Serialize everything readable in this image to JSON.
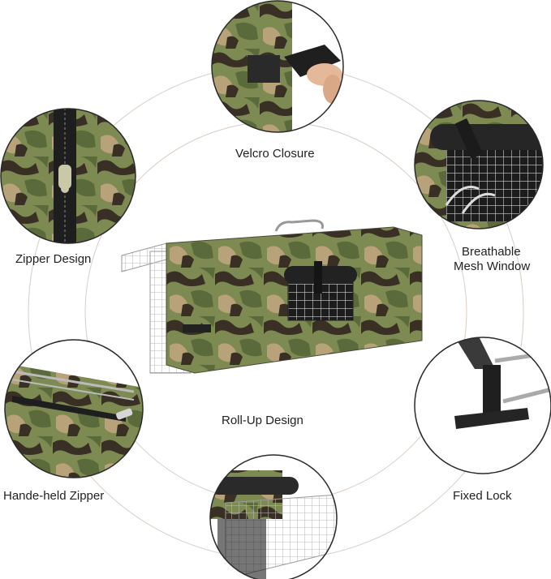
{
  "features": {
    "velcro": "Velcro Closure",
    "mesh_line1": "Breathable",
    "mesh_line2": "Mesh Window",
    "zipper": "Zipper Design",
    "rollup": "Roll-Up Design",
    "hand_zipper": "Hande-held Zipper",
    "lock": "Fixed Lock"
  },
  "icons": {
    "velcro": "velcro-closure-icon",
    "mesh": "mesh-window-icon",
    "zipper": "zipper-icon",
    "hand_zipper": "hand-zipper-icon",
    "lock": "fixed-lock-icon",
    "rollup": "roll-up-icon"
  },
  "colors": {
    "camo_light": "#7d8a52",
    "camo_mid": "#5a6a3b",
    "camo_dark": "#3a2f24",
    "camo_tan": "#b7a27a",
    "ring": "#d4c9c0"
  }
}
